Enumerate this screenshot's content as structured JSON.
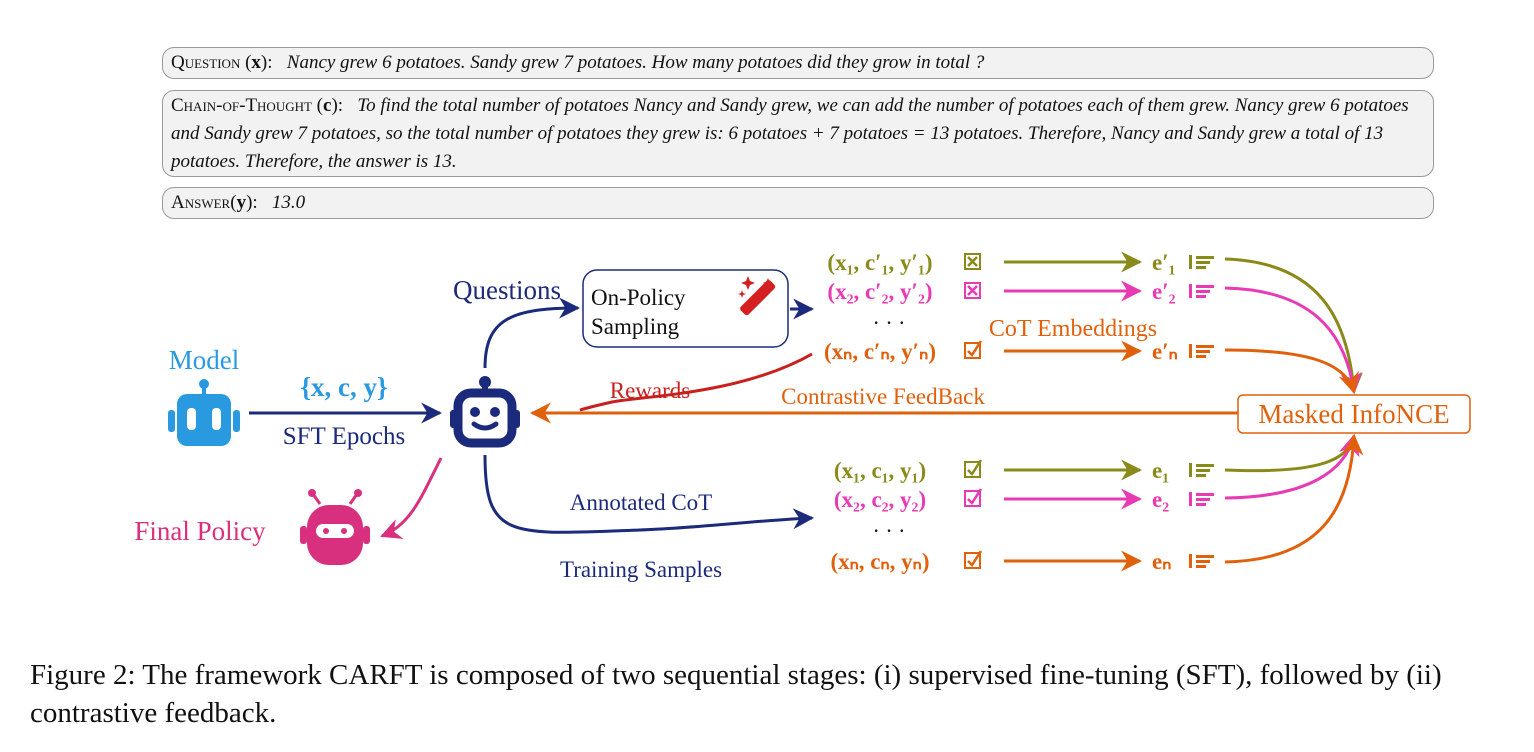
{
  "question": {
    "label": "Question (",
    "var": "x",
    "label_end": "):",
    "text": "Nancy grew 6 potatoes. Sandy grew 7 potatoes. How many potatoes did they grow in total ?"
  },
  "cot": {
    "label": "Chain-of-Thought (",
    "var": "c",
    "label_end": "):",
    "text": "To find the total number of potatoes Nancy and Sandy grew, we can add the number of potatoes each of them grew. Nancy grew 6 potatoes and Sandy grew 7 potatoes, so the total number of potatoes they grew is: 6 potatoes + 7 potatoes = 13 potatoes. Therefore, Nancy and Sandy grew a total of 13 potatoes. Therefore, the answer is 13."
  },
  "answer": {
    "label": "Answer(",
    "var": "y",
    "label_end": "):",
    "text": "13.0"
  },
  "diagram": {
    "model_label": "Model",
    "sft_set": "{x, c, y}",
    "sft_epochs": "SFT Epochs",
    "final_policy": "Final Policy",
    "questions": "Questions",
    "on_policy_line1": "On-Policy",
    "on_policy_line2": "Sampling",
    "cot_embeddings": "CoT Embeddings",
    "rewards": "Rewards",
    "contrastive_feedback": "Contrastive FeedBack",
    "masked_infonce": "Masked InfoNCE",
    "annotated_cot": "Annotated CoT",
    "training_samples": "Training Samples",
    "ellipsis": "· · ·",
    "sampled_rows": [
      {
        "tuple": "(x₁, c′₁, y′₁)",
        "embed": "e′₁",
        "mark": "wrong",
        "color": "#8a8a1a"
      },
      {
        "tuple": "(x₂, c′₂, y′₂)",
        "embed": "e′₂",
        "mark": "wrong",
        "color": "#e83ab4"
      },
      {
        "tuple": "(xₙ, c′ₙ, y′ₙ)",
        "embed": "e′ₙ",
        "mark": "correct",
        "color": "#e0600c"
      }
    ],
    "annotated_rows": [
      {
        "tuple": "(x₁, c₁, y₁)",
        "embed": "e₁",
        "mark": "correct",
        "color": "#8a8a1a"
      },
      {
        "tuple": "(x₂, c₂, y₂)",
        "embed": "e₂",
        "mark": "correct",
        "color": "#e83ab4"
      },
      {
        "tuple": "(xₙ, cₙ, yₙ)",
        "embed": "eₙ",
        "mark": "correct",
        "color": "#e0600c"
      }
    ],
    "colors": {
      "navy": "#1b2a7a",
      "model_blue": "#2a9ae0",
      "orange": "#e0600c",
      "red": "#c8201c",
      "pink": "#d8307e",
      "olive": "#8a8a1a",
      "magenta": "#e83ab4"
    }
  },
  "caption": "Figure 2: The framework CARFT is composed of two sequential stages: (i) supervised fine-tuning (SFT), followed by (ii) contrastive feedback."
}
